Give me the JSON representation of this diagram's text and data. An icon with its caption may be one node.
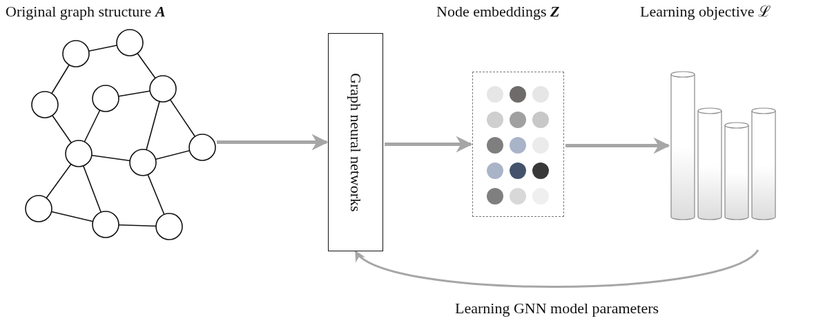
{
  "diagram": {
    "nodes": [
      {
        "text": [
          "Original graph structure *A*"
        ]
      },
      {
        "text": [
          "Graph neural networks"
        ]
      },
      {
        "text": [
          "Node embeddings *Z*"
        ]
      },
      {
        "text": [
          "Learning objective ℒ"
        ]
      }
    ],
    "edges": [
      {
        "from": 0,
        "to": 1,
        "arrow": "to"
      },
      {
        "from": 1,
        "to": 2,
        "arrow": "to"
      },
      {
        "from": 2,
        "to": 3,
        "arrow": "to"
      },
      {
        "from": 3,
        "to": 1,
        "arrow": "to",
        "label": "Learning GNN model parameters"
      }
    ]
  }
}
